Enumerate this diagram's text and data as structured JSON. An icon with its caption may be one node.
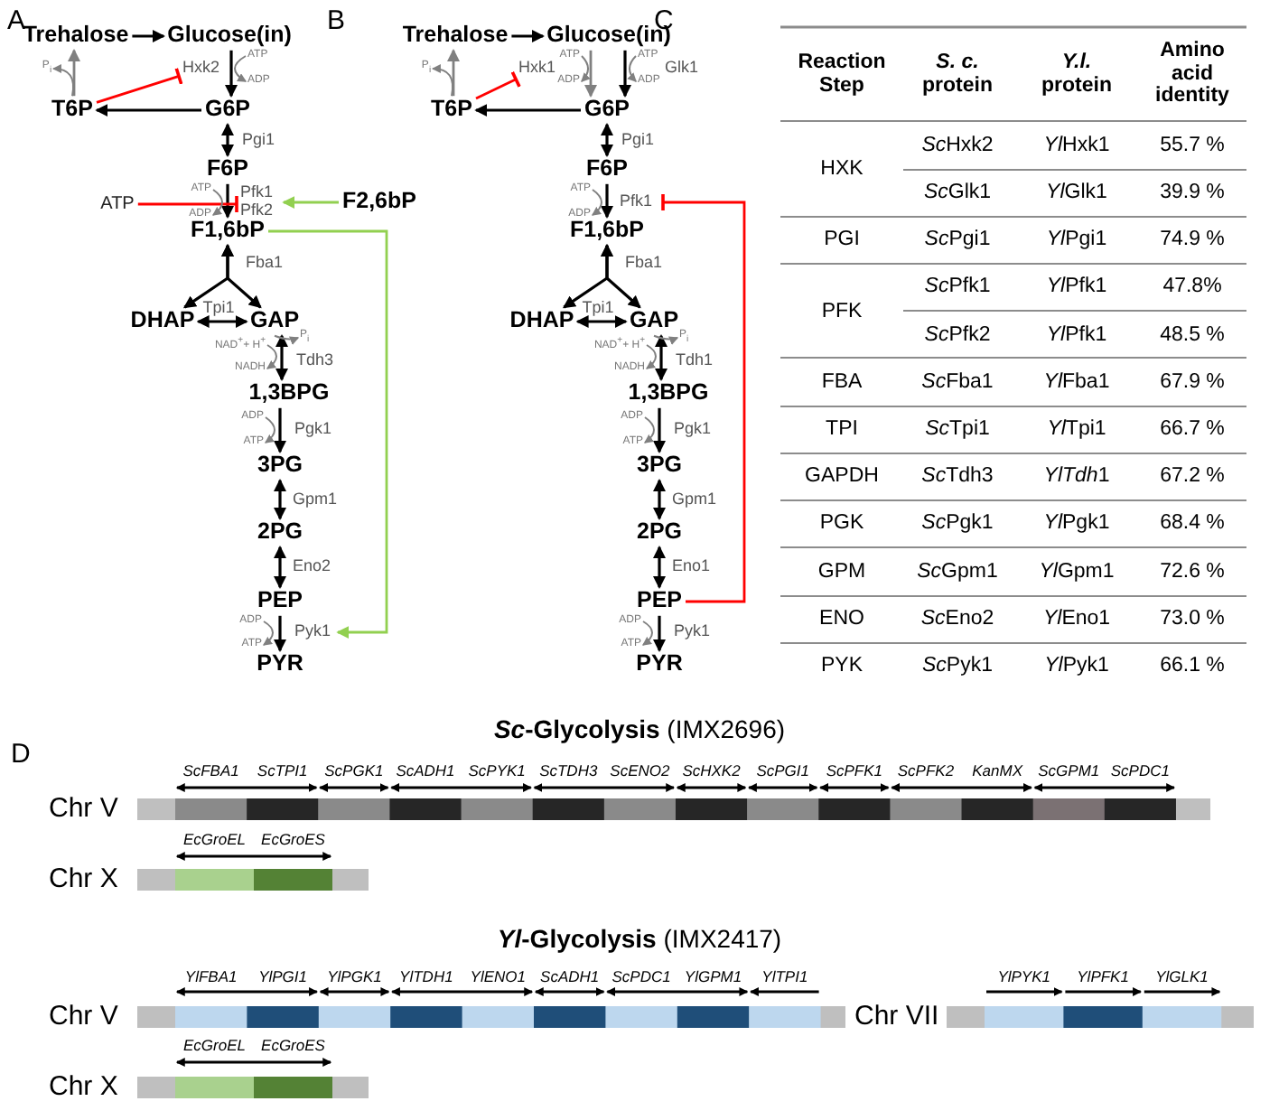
{
  "diagram": {
    "nodes": [
      {
        "text": [
          "Trehalose"
        ]
      },
      {
        "text": [
          "Glucose(in)"
        ]
      },
      {
        "text": [
          "T6P"
        ]
      },
      {
        "text": [
          "G6P"
        ]
      },
      {
        "text": [
          "F6P"
        ]
      },
      {
        "text": [
          "ATP"
        ]
      },
      {
        "text": [
          "F2,6bP"
        ]
      },
      {
        "text": [
          "F1,6bP"
        ]
      },
      {
        "text": [
          "DHAP"
        ]
      },
      {
        "text": [
          "GAP"
        ]
      },
      {
        "text": [
          "1,3BPG"
        ]
      },
      {
        "text": [
          "3PG"
        ]
      },
      {
        "text": [
          "2PG"
        ]
      },
      {
        "text": [
          "PEP"
        ]
      },
      {
        "text": [
          "PYR"
        ]
      },
      {
        "text": [
          "Trehalose"
        ]
      },
      {
        "text": [
          "Glucose(in)"
        ]
      },
      {
        "text": [
          "T6P"
        ]
      },
      {
        "text": [
          "G6P"
        ]
      },
      {
        "text": [
          "F6P"
        ]
      },
      {
        "text": [
          "F1,6bP"
        ]
      },
      {
        "text": [
          "DHAP"
        ]
      },
      {
        "text": [
          "GAP"
        ]
      },
      {
        "text": [
          "1,3BPG"
        ]
      },
      {
        "text": [
          "3PG"
        ]
      },
      {
        "text": [
          "2PG"
        ]
      },
      {
        "text": [
          "PEP"
        ]
      },
      {
        "text": [
          "PYR"
        ]
      },
      {
        "text": [
          "Hxk2"
        ]
      },
      {
        "text": [
          "Pfk1 Pfk2"
        ]
      },
      {
        "text": [
          "Pyk1"
        ]
      },
      {
        "text": [
          "Hxk1"
        ]
      },
      {
        "text": [
          "Pfk1"
        ]
      },
      {
        "text": [
          "P$_{i}$"
        ]
      },
      {
        "text": [
          "ATP"
        ]
      },
      {
        "text": [
          "ADP"
        ]
      },
      {
        "text": [
          "ATP"
        ]
      },
      {
        "text": [
          "ADP"
        ]
      },
      {
        "text": [
          "NAD$^{+}$+ H$^{+}$"
        ]
      },
      {
        "text": [
          "P$_{i}$"
        ]
      },
      {
        "text": [
          "NADH"
        ]
      },
      {
        "text": [
          "ADP"
        ]
      },
      {
        "text": [
          "ATP"
        ]
      },
      {
        "text": [
          "ADP"
        ]
      },
      {
        "text": [
          "ATP"
        ]
      },
      {
        "text": [
          "P$_{i}$"
        ]
      },
      {
        "text": [
          "ATP"
        ]
      },
      {
        "text": [
          "ADP"
        ]
      },
      {
        "text": [
          "ATP"
        ]
      },
      {
        "text": [
          "ADP"
        ]
      },
      {
        "text": [
          "ATP"
        ]
      },
      {
        "text": [
          "ADP"
        ]
      },
      {
        "text": [
          "NAD$^{+}$+ H$^{+}$"
        ]
      },
      {
        "text": [
          "P$_{i}$"
        ]
      },
      {
        "text": [
          "NADH"
        ]
      },
      {
        "text": [
          "ADP"
        ]
      },
      {
        "text": [
          "ATP"
        ]
      },
      {
        "text": [
          "ADP"
        ]
      },
      {
        "text": [
          "ATP"
        ]
      }
    ],
    "edges": [
      {
        "from": 0,
        "to": 1,
        "arrow": "to"
      },
      {
        "from": 1,
        "to": 3,
        "arrow": "to"
      },
      {
        "from": 3,
        "to": 2,
        "arrow": "to"
      },
      {
        "from": 2,
        "to": 0,
        "arrow": "to",
        "color": "#808080"
      },
      {
        "from": 2,
        "to": 28,
        "arrow": "other",
        "color": "#ff0000"
      },
      {
        "from": 3,
        "to": 4,
        "arrow": "both",
        "label": "Pgi1"
      },
      {
        "from": 4,
        "to": 7,
        "arrow": "to"
      },
      {
        "from": 5,
        "to": 29,
        "arrow": "other",
        "color": "#ff0000"
      },
      {
        "from": 6,
        "to": 29,
        "arrow": "to",
        "color": "#92d050"
      },
      {
        "from": 7,
        "to": 8,
        "arrow": "both",
        "label": "Fba1"
      },
      {
        "from": 7,
        "to": 9,
        "arrow": "both"
      },
      {
        "from": 8,
        "to": 9,
        "arrow": "both",
        "label": "Tpi1"
      },
      {
        "from": 9,
        "to": 10,
        "arrow": "both",
        "label": "Tdh3"
      },
      {
        "from": 10,
        "to": 11,
        "arrow": "to",
        "label": "Pgk1"
      },
      {
        "from": 11,
        "to": 12,
        "arrow": "both",
        "label": "Gpm1"
      },
      {
        "from": 12,
        "to": 13,
        "arrow": "both",
        "label": "Eno2"
      },
      {
        "from": 13,
        "to": 14,
        "arrow": "to"
      },
      {
        "from": 7,
        "to": 30,
        "arrow": "to",
        "color": "#92d050"
      },
      {
        "from": 15,
        "to": 16,
        "arrow": "to"
      },
      {
        "from": 16,
        "to": 18,
        "arrow": "to",
        "color": "#808080"
      },
      {
        "from": 16,
        "to": 18,
        "arrow": "to",
        "label": "Glk1"
      },
      {
        "from": 18,
        "to": 17,
        "arrow": "to"
      },
      {
        "from": 17,
        "to": 15,
        "arrow": "to",
        "color": "#808080"
      },
      {
        "from": 17,
        "to": 31,
        "arrow": "other",
        "color": "#ff0000"
      },
      {
        "from": 18,
        "to": 19,
        "arrow": "both",
        "label": "Pgi1"
      },
      {
        "from": 19,
        "to": 20,
        "arrow": "to"
      },
      {
        "from": 26,
        "to": 32,
        "arrow": "other",
        "color": "#ff0000"
      },
      {
        "from": 20,
        "to": 21,
        "arrow": "both",
        "label": "Fba1"
      },
      {
        "from": 20,
        "to": 22,
        "arrow": "both"
      },
      {
        "from": 21,
        "to": 22,
        "arrow": "both",
        "label": "Tpi1"
      },
      {
        "from": 22,
        "to": 23,
        "arrow": "both",
        "label": "Tdh1"
      },
      {
        "from": 23,
        "to": 24,
        "arrow": "to",
        "label": "Pgk1"
      },
      {
        "from": 24,
        "to": 25,
        "arrow": "both",
        "label": "Gpm1"
      },
      {
        "from": 25,
        "to": 26,
        "arrow": "both",
        "label": "Eno1"
      },
      {
        "from": 26,
        "to": 27,
        "arrow": "to",
        "label": "Pyk1"
      },
      {
        "from": 2,
        "to": 33,
        "arrow": "to",
        "color": "#808080"
      },
      {
        "from": 34,
        "to": 35,
        "arrow": "to",
        "color": "#808080"
      },
      {
        "from": 36,
        "to": 37,
        "arrow": "to",
        "color": "#808080"
      },
      {
        "from": 38,
        "to": 40,
        "arrow": "to",
        "color": "#808080"
      },
      {
        "from": 9,
        "to": 39,
        "arrow": "to",
        "color": "#808080"
      },
      {
        "from": 41,
        "to": 42,
        "arrow": "to",
        "color": "#808080"
      },
      {
        "from": 43,
        "to": 44,
        "arrow": "to",
        "color": "#808080"
      },
      {
        "from": 17,
        "to": 45,
        "arrow": "to",
        "color": "#808080"
      },
      {
        "from": 46,
        "to": 47,
        "arrow": "to",
        "color": "#808080"
      },
      {
        "from": 48,
        "to": 49,
        "arrow": "to",
        "color": "#808080"
      },
      {
        "from": 50,
        "to": 51,
        "arrow": "to",
        "color": "#808080"
      },
      {
        "from": 52,
        "to": 54,
        "arrow": "to",
        "color": "#808080"
      },
      {
        "from": 22,
        "to": 53,
        "arrow": "to",
        "color": "#808080"
      },
      {
        "from": 55,
        "to": 56,
        "arrow": "to",
        "color": "#808080"
      },
      {
        "from": 57,
        "to": 58,
        "arrow": "to",
        "color": "#808080"
      }
    ],
    "labels": [
      "A",
      "B",
      "C",
      "Reaction Step",
      "*S. c.* protein",
      "*Y.l.* protein",
      "Amino acid identity",
      "HXK",
      "ScHxk2",
      "YlHxk1",
      "55.7 %",
      "ScGlk1",
      "YlGlk1",
      "39.9 %",
      "PGI",
      "ScPgi1",
      "YlPgi1",
      "74.9 %",
      "PFK",
      "ScPfk1",
      "YlPfk1",
      "47.8%",
      "ScPfk2",
      "YlPfk1",
      "48.5 %",
      "FBA",
      "ScFba1",
      "YlFba1",
      "67.9 %",
      "TPI",
      "ScTpi1",
      "YlTpi1",
      "66.7 %",
      "GAPDH",
      "ScTdh3",
      "YlTdh1",
      "67.2 %",
      "PGK",
      "ScPgk1",
      "YlPgk1",
      "68.4 %",
      "GPM",
      "ScGpm1",
      "YlGpm1",
      "72.6 %",
      "ENO",
      "ScEno2",
      "YlEno1",
      "73.0 %",
      "PYK",
      "ScPyk1",
      "YlPyk1",
      "66.1 %",
      "D",
      "***Sc*-Glycolysis** (IMX2696)",
      "ScFBA1",
      "ScTPI1",
      "ScPGK1",
      "ScADH1",
      "ScPYK1",
      "ScTDH3",
      "ScENO2",
      "ScHXK2",
      "ScPGI1",
      "ScPFK1",
      "ScPFK2",
      "KanMX",
      "ScGPM1",
      "ScPDC1",
      "Chr V",
      "EcGroEL",
      "EcGroES",
      "Chr X",
      "***Yl*-Glycolysis** (IMX2417)",
      "YlFBA1",
      "YlPGI1",
      "YlPGK1",
      "YlTDH1",
      "YlENO1",
      "ScADH1",
      "ScPDC1",
      "YlGPM1",
      "YlTPI1",
      "Chr V",
      "Chr VII",
      "YlPYK1",
      "YlPFK1",
      "YlGLK1",
      "EcGroEL",
      "EcGroES",
      "Chr X"
    ]
  }
}
